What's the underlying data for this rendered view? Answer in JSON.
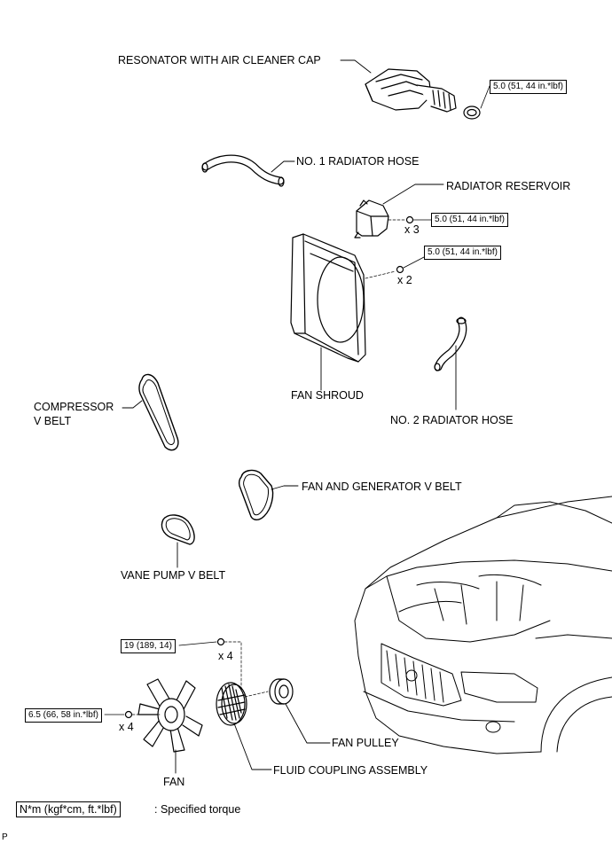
{
  "labels": {
    "resonator": "RESONATOR WITH AIR CLEANER CAP",
    "no1_hose": "NO. 1 RADIATOR HOSE",
    "reservoir": "RADIATOR RESERVOIR",
    "shroud": "FAN SHROUD",
    "no2_hose": "NO. 2 RADIATOR HOSE",
    "compressor_belt_line1": "COMPRESSOR",
    "compressor_belt_line2": "V BELT",
    "fan_gen_belt": "FAN AND GENERATOR V BELT",
    "vane_pump_belt": "VANE PUMP V BELT",
    "fan_pulley": "FAN PULLEY",
    "fluid_coupling": "FLUID COUPLING ASSEMBLY",
    "fan": "FAN"
  },
  "torques": {
    "resonator_clamp": "5.0 (51, 44 in.*lbf)",
    "reservoir_bolt": "5.0 (51, 44 in.*lbf)",
    "shroud_bolt": "5.0 (51, 44 in.*lbf)",
    "coupling_nut": "19 (189, 14)",
    "fan_nut": "6.5 (66, 58 in.*lbf)"
  },
  "quantities": {
    "reservoir_bolt": "x 3",
    "shroud_bolt": "x 2",
    "coupling_nut": "x 4",
    "fan_nut": "x 4"
  },
  "legend": {
    "unit_box": "N*m (kgf*cm, ft.*lbf)",
    "description": ": Specified torque"
  },
  "corner_mark": "P"
}
